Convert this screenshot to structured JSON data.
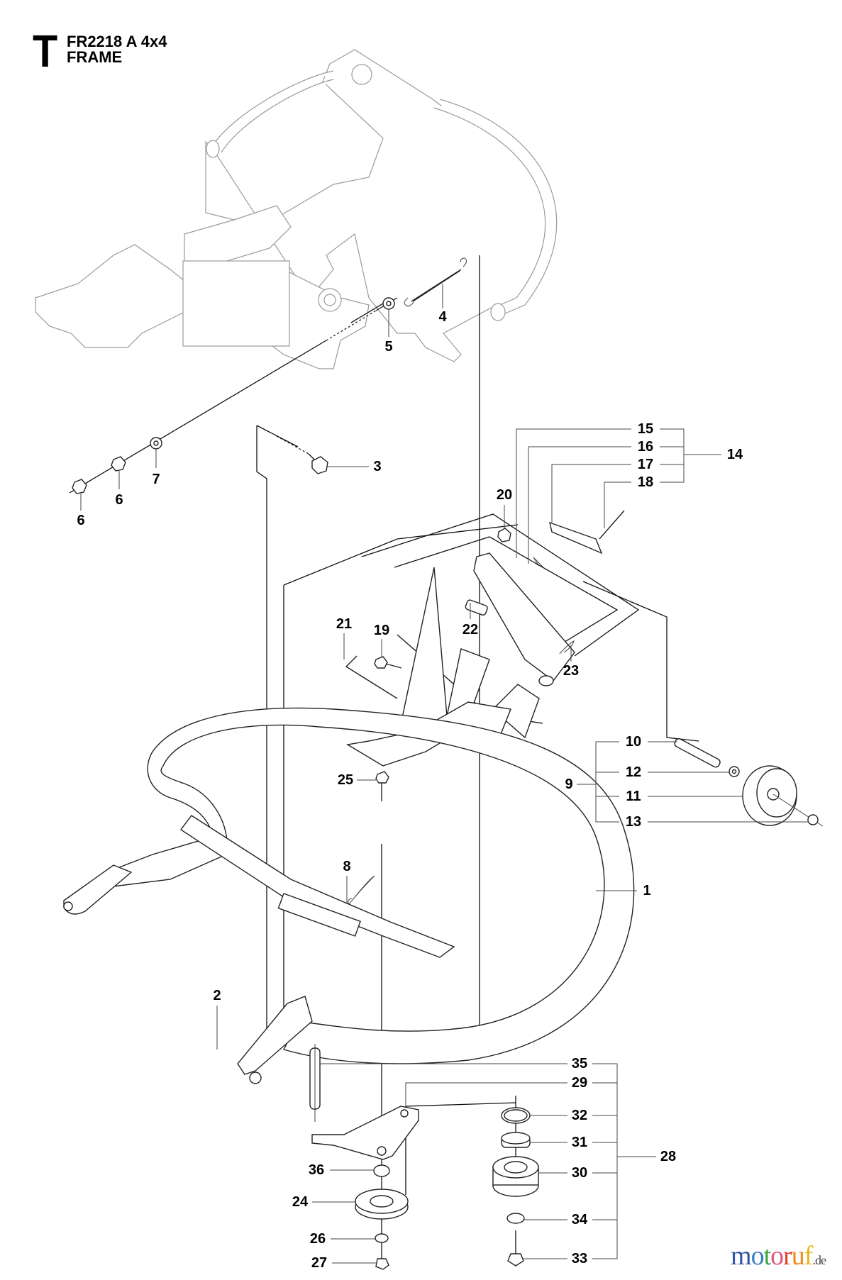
{
  "header": {
    "section_letter": "T",
    "model": "FR2218 A 4x4",
    "assembly": "FRAME"
  },
  "callouts": [
    {
      "id": "c1",
      "label": "1"
    },
    {
      "id": "c2",
      "label": "2"
    },
    {
      "id": "c3",
      "label": "3"
    },
    {
      "id": "c4",
      "label": "4"
    },
    {
      "id": "c5",
      "label": "5"
    },
    {
      "id": "c6a",
      "label": "6"
    },
    {
      "id": "c6b",
      "label": "6"
    },
    {
      "id": "c7",
      "label": "7"
    },
    {
      "id": "c8",
      "label": "8"
    },
    {
      "id": "c9",
      "label": "9"
    },
    {
      "id": "c10",
      "label": "10"
    },
    {
      "id": "c11",
      "label": "11"
    },
    {
      "id": "c12",
      "label": "12"
    },
    {
      "id": "c13",
      "label": "13"
    },
    {
      "id": "c14",
      "label": "14"
    },
    {
      "id": "c15",
      "label": "15"
    },
    {
      "id": "c16",
      "label": "16"
    },
    {
      "id": "c17",
      "label": "17"
    },
    {
      "id": "c18",
      "label": "18"
    },
    {
      "id": "c19",
      "label": "19"
    },
    {
      "id": "c20",
      "label": "20"
    },
    {
      "id": "c21",
      "label": "21"
    },
    {
      "id": "c22",
      "label": "22"
    },
    {
      "id": "c23",
      "label": "23"
    },
    {
      "id": "c24",
      "label": "24"
    },
    {
      "id": "c25",
      "label": "25"
    },
    {
      "id": "c26",
      "label": "26"
    },
    {
      "id": "c27",
      "label": "27"
    },
    {
      "id": "c28",
      "label": "28"
    },
    {
      "id": "c29",
      "label": "29"
    },
    {
      "id": "c30",
      "label": "30"
    },
    {
      "id": "c31",
      "label": "31"
    },
    {
      "id": "c32",
      "label": "32"
    },
    {
      "id": "c33",
      "label": "33"
    },
    {
      "id": "c34",
      "label": "34"
    },
    {
      "id": "c35",
      "label": "35"
    },
    {
      "id": "c36",
      "label": "36"
    }
  ],
  "groups": [
    {
      "parent": "14",
      "children": [
        "15",
        "16",
        "17",
        "18"
      ]
    },
    {
      "parent": "9",
      "children": [
        "10",
        "12",
        "11",
        "13"
      ]
    },
    {
      "parent": "28",
      "children": [
        "35",
        "29",
        "32",
        "31",
        "30",
        "34",
        "33"
      ]
    }
  ],
  "watermark": {
    "letters": [
      {
        "ch": "m",
        "color": "#2f56a6"
      },
      {
        "ch": "o",
        "color": "#3a7fc2"
      },
      {
        "ch": "t",
        "color": "#3ca23c"
      },
      {
        "ch": "o",
        "color": "#e2577f"
      },
      {
        "ch": "r",
        "color": "#e0402e"
      },
      {
        "ch": "u",
        "color": "#f08a1c"
      },
      {
        "ch": "f",
        "color": "#e8b81a"
      }
    ],
    "tld": ".de"
  }
}
